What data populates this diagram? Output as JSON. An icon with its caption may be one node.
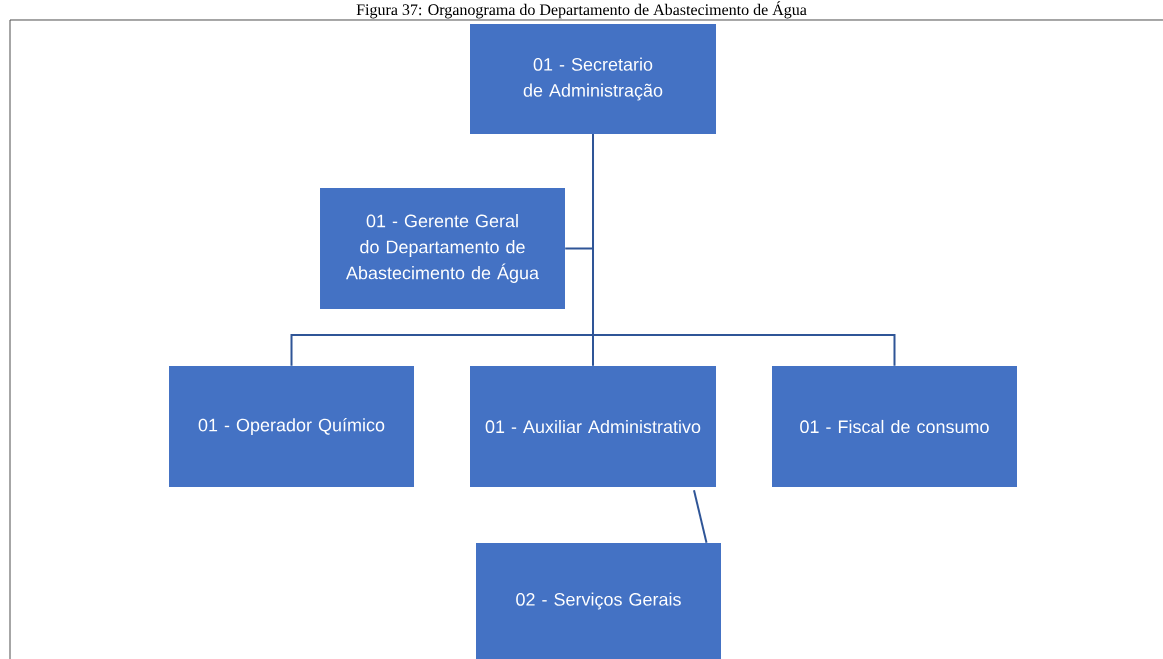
{
  "diagram": {
    "title": "Figura 37: Organograma do Departamento de Abastecimento de Água",
    "nodes": [
      {
        "text": [
          "01 - Secretario de Administração"
        ]
      },
      {
        "text": [
          "01 - Gerente Geral do Departamento de Abastecimento de Água"
        ]
      },
      {
        "text": [
          "01 - Operador Químico"
        ]
      },
      {
        "text": [
          "01 - Auxiliar Administrativo"
        ]
      },
      {
        "text": [
          "01 - Fiscal de consumo"
        ]
      },
      {
        "text": [
          "02 - Serviços Gerais"
        ]
      }
    ],
    "edges": [
      {
        "from": 0,
        "to": 1,
        "arrow": "none"
      },
      {
        "from": 0,
        "to": 2,
        "arrow": "none"
      },
      {
        "from": 0,
        "to": 3,
        "arrow": "none"
      },
      {
        "from": 0,
        "to": 4,
        "arrow": "none"
      },
      {
        "from": 3,
        "to": 5,
        "arrow": "none"
      }
    ]
  }
}
